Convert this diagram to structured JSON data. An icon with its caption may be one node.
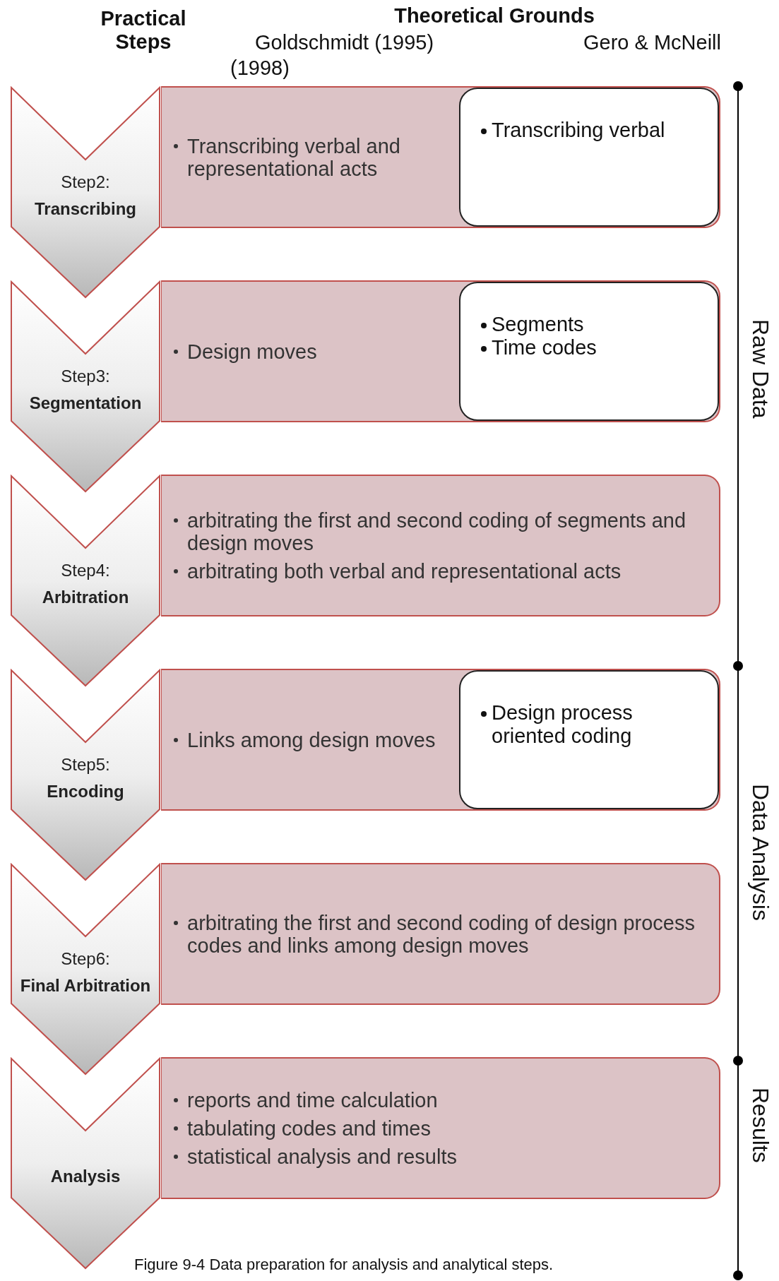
{
  "diagram": {
    "caption": "Figure 9-4 Data preparation for analysis and analytical steps.",
    "nodes": [
      {
        "text": [
          "Step2:",
          "Transcribing"
        ]
      },
      {
        "text": [
          "Transcribing verbal and representational acts"
        ]
      },
      {
        "text": [
          "Transcribing verbal"
        ],
        "in": 1
      },
      {
        "text": [
          "Step3:",
          "Segmentation"
        ]
      },
      {
        "text": [
          "Design moves"
        ]
      },
      {
        "text": [
          "Segments",
          "Time codes"
        ],
        "in": 4
      },
      {
        "text": [
          "Step4:",
          "Arbitration"
        ]
      },
      {
        "text": [
          "arbitrating the first and second coding of segments and design moves",
          "arbitrating both verbal and representational acts"
        ]
      },
      {
        "text": [
          "Step5:",
          "Encoding"
        ]
      },
      {
        "text": [
          "Links among design moves"
        ]
      },
      {
        "text": [
          "Design process oriented coding"
        ],
        "in": 9
      },
      {
        "text": [
          "Step6:",
          "Final Arbitration"
        ]
      },
      {
        "text": [
          "arbitrating the first and second coding of design process codes and links among design moves"
        ]
      },
      {
        "text": [
          "Analysis"
        ]
      },
      {
        "text": [
          "reports and time calculation",
          "tabulating codes and times",
          "statistical analysis and results"
        ]
      }
    ],
    "labels": [
      "Practical Steps",
      "Theoretical Grounds",
      "Goldschmidt (1995)",
      "Gero & McNeill",
      "(1998)",
      "Raw Data",
      "Data Analysis",
      "Results"
    ]
  }
}
